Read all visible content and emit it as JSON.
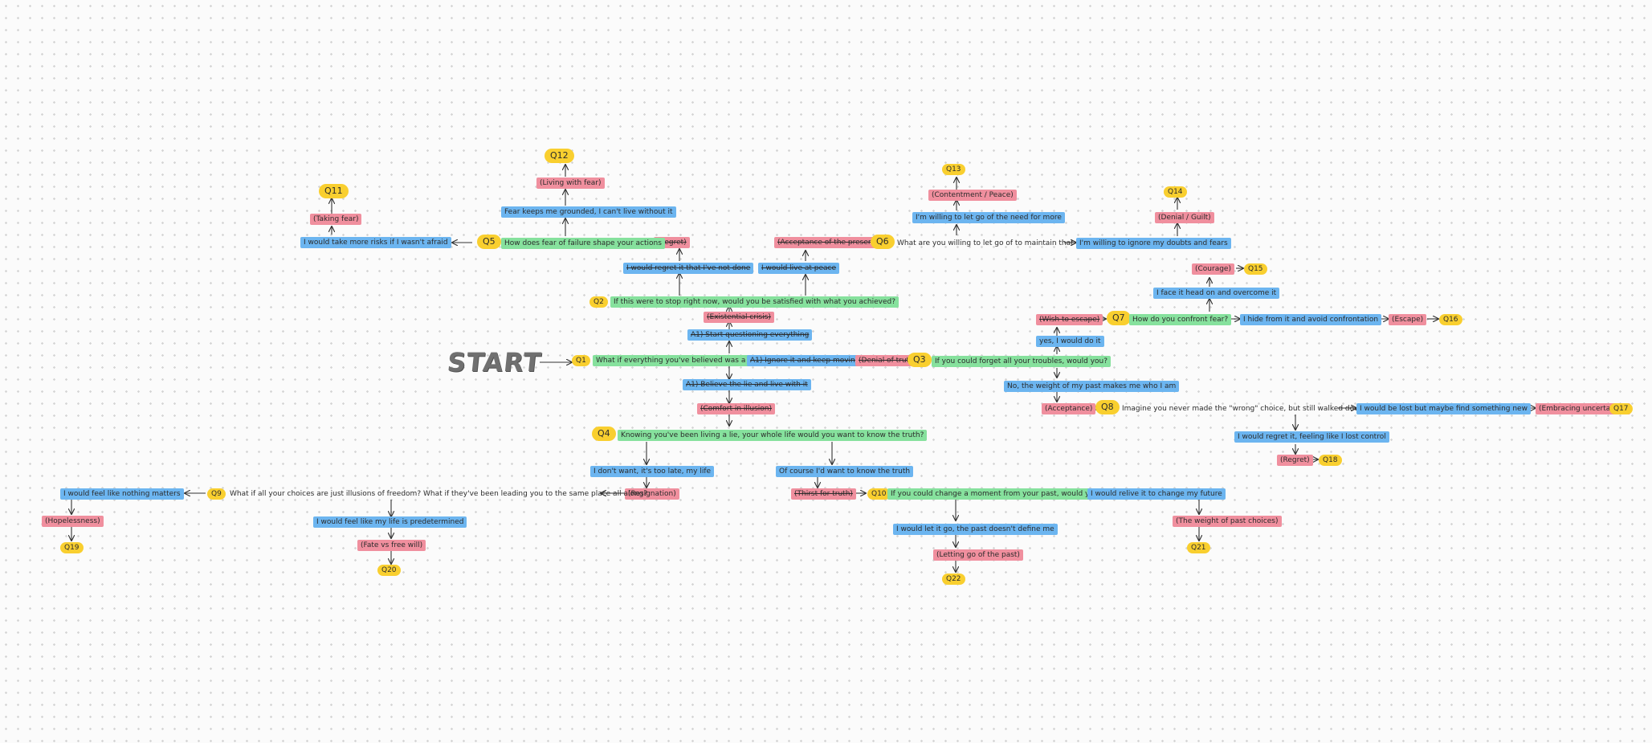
{
  "start_label": "START",
  "nodes": {
    "q1": {
      "text": "Q1"
    },
    "q1_text": {
      "text": "What if everything you've believed was a lie?"
    },
    "a1_u": {
      "text": "A1) Start questioning everything"
    },
    "a1_r": {
      "text": "A1) Ignore it and keep moving"
    },
    "a1_d": {
      "text": "A1) Believe the lie and live with it"
    },
    "bl_u": {
      "text": "(Existential crisis)"
    },
    "bl_r": {
      "text": "(Denial of truth)"
    },
    "bl_d": {
      "text": "(Comfort in illusion)"
    },
    "q2": {
      "text": "Q2"
    },
    "q2_text": {
      "text": "If this were to stop right now, would you be satisfied with what you achieved?"
    },
    "a2_l": {
      "text": "I would regret it that I've not done"
    },
    "a2_r": {
      "text": "I would live at peace"
    },
    "bl_regret": {
      "text": "(Regret)"
    },
    "bl_accept": {
      "text": "(Acceptance of the present)"
    },
    "q5": {
      "text": "Q5"
    },
    "q5_text": {
      "text": "How does fear of failure shape your actions"
    },
    "a5_l": {
      "text": "I would take more risks if I wasn't afraid"
    },
    "a5_u": {
      "text": "Fear keeps me grounded, I can't live without it"
    },
    "bl_risk": {
      "text": "(Taking fear)"
    },
    "bl_live": {
      "text": "(Living with fear)"
    },
    "q11": {
      "text": "Q11"
    },
    "q12": {
      "text": "Q12"
    },
    "q6": {
      "text": "Q6"
    },
    "q6_text": {
      "text": "What are you willing to let go of to maintain that peace?"
    },
    "a6_r": {
      "text": "I'm willing to ignore my doubts and fears"
    },
    "a6_u": {
      "text": "I'm willing to let go of the need for more"
    },
    "bl_content": {
      "text": "(Contentment / Peace)"
    },
    "bl_denial": {
      "text": "(Denial / Guilt)"
    },
    "q13": {
      "text": "Q13"
    },
    "q14": {
      "text": "Q14"
    },
    "q3": {
      "text": "Q3"
    },
    "q3_text": {
      "text": "If you could forget all your troubles, would you?"
    },
    "a3_u": {
      "text": "yes, I would do it"
    },
    "a3_d": {
      "text": "No, the weight of my past makes me who I am"
    },
    "bl_escape": {
      "text": "(Wish to escape)"
    },
    "bl_accept2": {
      "text": "(Acceptance)"
    },
    "q7": {
      "text": "Q7"
    },
    "q7_text": {
      "text": "How do you confront fear?"
    },
    "a7_r": {
      "text": "I hide from it and avoid confrontation"
    },
    "a7_u": {
      "text": "I face it head on and overcome it"
    },
    "bl_courage": {
      "text": "(Courage)"
    },
    "bl_escape2": {
      "text": "(Escape)"
    },
    "q15": {
      "text": "Q15"
    },
    "q16": {
      "text": "Q16"
    },
    "q8": {
      "text": "Q8"
    },
    "q8_text": {
      "text": "Imagine you never made the \"wrong\" choice, but still walked down paths you never intended to"
    },
    "a8_r": {
      "text": "I would be lost but maybe find something new"
    },
    "a8_d": {
      "text": "I would regret it, feeling like I lost control"
    },
    "bl_uncert": {
      "text": "(Embracing uncertainty)"
    },
    "bl_regret2": {
      "text": "(Regret)"
    },
    "q17": {
      "text": "Q17"
    },
    "q18": {
      "text": "Q18"
    },
    "q4": {
      "text": "Q4"
    },
    "q4_text": {
      "text": "Knowing you've been living a lie, your whole life would you want to know the truth?"
    },
    "a4_l": {
      "text": "I don't want, it's too late, my life"
    },
    "a4_r": {
      "text": "Of course I'd want to know the truth"
    },
    "bl_resign": {
      "text": "(Resignation)"
    },
    "bl_thirst": {
      "text": "(Thirst for truth)"
    },
    "q9": {
      "text": "Q9"
    },
    "q9_text": {
      "text": "What if all your choices are just illusions of freedom? What if they've been leading you to the same place all along?"
    },
    "a9_l": {
      "text": "I would feel like nothing matters"
    },
    "a9_d": {
      "text": "I would feel like my life is predetermined"
    },
    "bl_hopeless": {
      "text": "(Hopelessness)"
    },
    "bl_fate": {
      "text": "(Fate vs free will)"
    },
    "q19": {
      "text": "Q19"
    },
    "q20": {
      "text": "Q20"
    },
    "q10": {
      "text": "Q10"
    },
    "q10_text": {
      "text": "If you could change a moment from your past, would you?"
    },
    "a10_r": {
      "text": "I would relive it to change my future"
    },
    "a10_d": {
      "text": "I would let it go, the past doesn't define me"
    },
    "bl_letgo": {
      "text": "(Letting go of the past)"
    },
    "bl_weight": {
      "text": "(The weight of past choices)"
    },
    "q21": {
      "text": "Q21"
    },
    "q22": {
      "text": "Q22"
    }
  },
  "colors": {
    "question": "#f9cf2f",
    "statement": "#86e19d",
    "answer": "#6cb5f0",
    "emotion": "#f08f9e",
    "ink": "#2b2b2b",
    "start": "#707070"
  }
}
